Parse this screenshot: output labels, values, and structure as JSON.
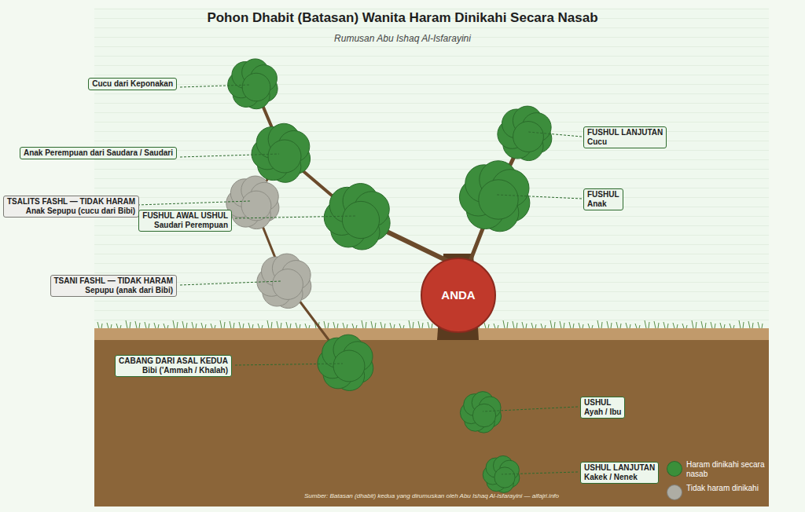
{
  "diagram": {
    "title": "Pohon Dhabit (Batasan) Wanita Haram Dinikahi Secara Nasab",
    "caption": "Sumber: Batasan (dhabit) kedua yang dirumuskan oleh Abu Ishaq Al-Isfarayini — alfajri.info",
    "nodes": [
      {
        "text": [
          "Cucu dari Keponakan"
        ]
      },
      {
        "text": [
          "FUSHUL LANJUTAN",
          "Cucu"
        ]
      },
      {
        "text": [
          "Anak Perempuan dari Saudara / Saudari"
        ]
      },
      {
        "text": [
          "FUSHUL",
          "Anak"
        ]
      },
      {
        "text": [
          "TSALITS FASHL — TIDAK HARAM",
          "Anak Sepupu (cucu dari Bibi)"
        ]
      },
      {
        "text": [
          "FUSHUL AWAL USHUL",
          "Saudari Perempuan"
        ]
      },
      {
        "text": [
          "TSANI FASHL — TIDAK HARAM",
          "Sepupu (anak dari Bibi)"
        ]
      },
      {
        "text": [
          "ANDA"
        ]
      },
      {
        "text": [
          "CABANG DARI ASAL KEDUA",
          "Bibi ('Ammah / Khalah)"
        ]
      },
      {
        "text": [
          "USHUL",
          "Ayah / Ibu"
        ]
      },
      {
        "text": [
          "USHUL LANJUTAN",
          "Kakek / Nenek"
        ]
      }
    ],
    "labels": [
      "Rumusan Abu Ishaq Al-Isfarayini"
    ],
    "legend": [
      {
        "text": "Haram dinikahi secara nasab",
        "color": "#3a8f3a"
      },
      {
        "text": "Tidak haram dinikahi",
        "color": "#aeada4"
      }
    ]
  }
}
